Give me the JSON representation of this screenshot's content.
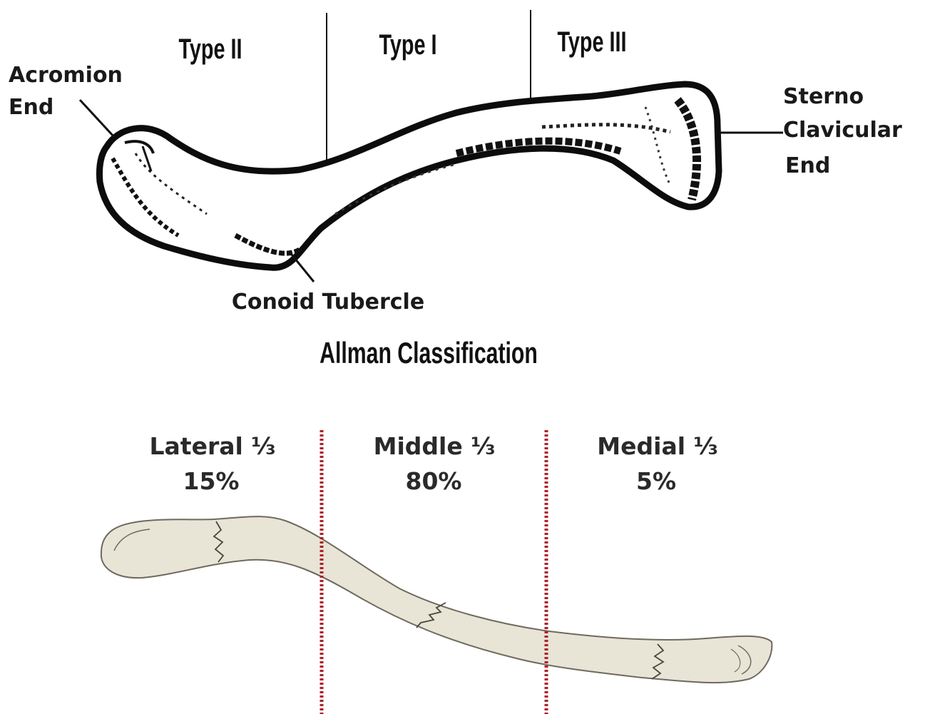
{
  "top_diagram": {
    "type_labels": [
      "Type II",
      "Type I",
      "Type III"
    ],
    "acromion_label": [
      "Acromion",
      "End"
    ],
    "sterno_label": [
      "Sterno",
      "Clavicular",
      "End"
    ],
    "conoid_label": "Conoid Tubercle",
    "caption": "Allman Classification"
  },
  "bottom_diagram": {
    "zones": [
      {
        "name": "Lateral ⅓",
        "percent": "15%"
      },
      {
        "name": "Middle ⅓",
        "percent": "80%"
      },
      {
        "name": "Medial ⅓",
        "percent": "5%"
      }
    ],
    "divider_color": "#b0202a",
    "bone_fill": "#e8e4d6",
    "bone_stroke": "#6f6a5e"
  }
}
